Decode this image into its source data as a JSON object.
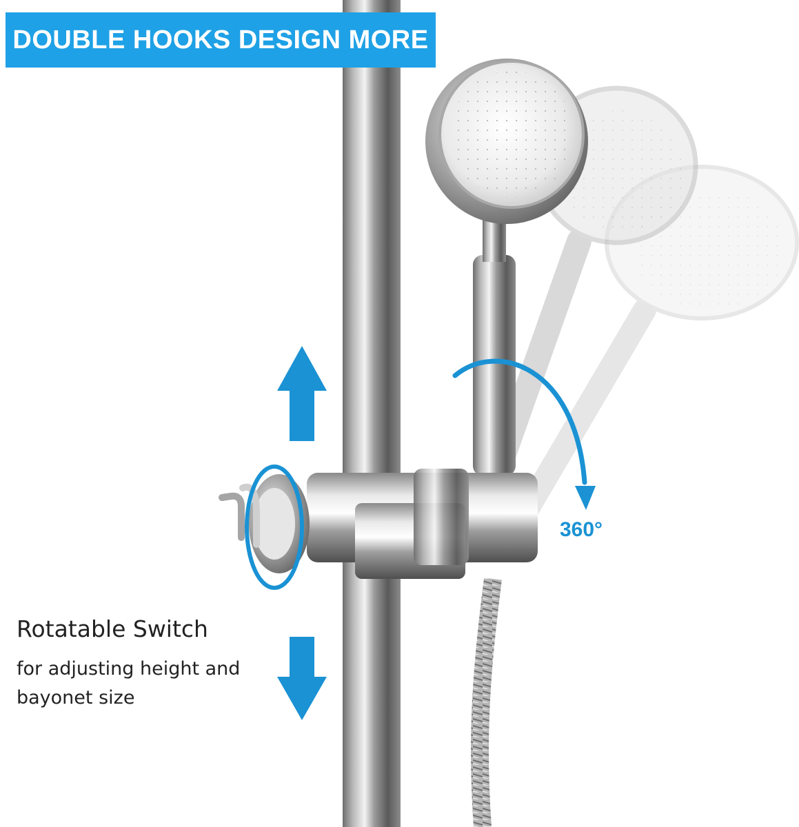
{
  "banner": {
    "text": "DOUBLE HOOKS DESIGN MORE"
  },
  "caption": {
    "title": "Rotatable Switch",
    "body": "for adjusting height and bayonet size"
  },
  "rotation": {
    "label": "360°"
  },
  "colors": {
    "accent": "#1ea1e6",
    "arrow": "#1a92d4",
    "text": "#222222",
    "background": "#ffffff"
  },
  "icons": {
    "up": "arrow-up-icon",
    "down": "arrow-down-icon",
    "rotate": "rotation-arc-icon"
  }
}
